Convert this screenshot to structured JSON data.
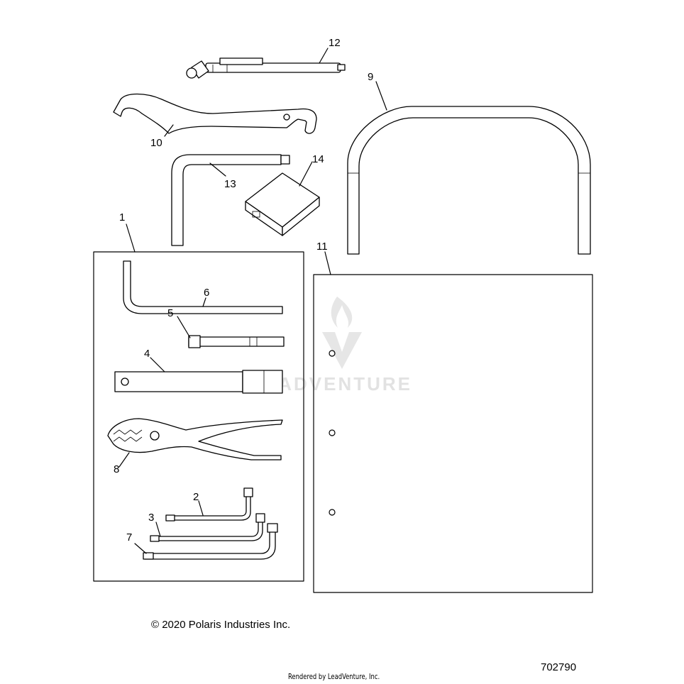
{
  "callouts": {
    "c1": "1",
    "c2": "2",
    "c3": "3",
    "c4": "4",
    "c5": "5",
    "c6": "6",
    "c7": "7",
    "c8": "8",
    "c9": "9",
    "c10": "10",
    "c11": "11",
    "c12": "12",
    "c13": "13",
    "c14": "14"
  },
  "watermark": "LEADVENTURE",
  "copyright": "© 2020 Polaris Industries Inc.",
  "diagram_id": "702790",
  "rendered_by": "Rendered by LeadVenture, Inc.",
  "colors": {
    "line": "#000000",
    "background": "#ffffff",
    "watermark": "#e2e2e2"
  }
}
